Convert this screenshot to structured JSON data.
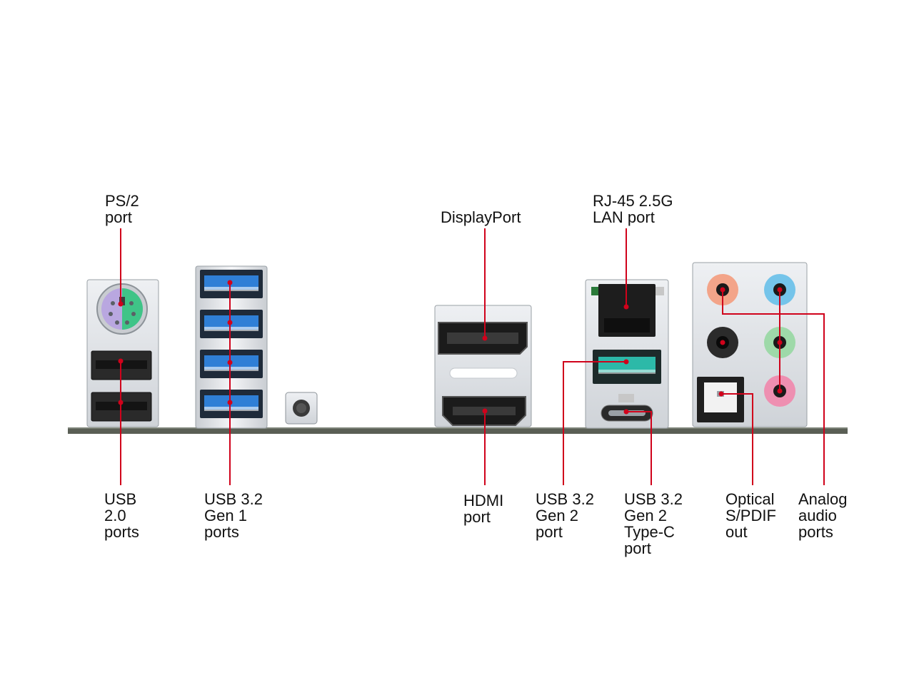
{
  "colors": {
    "leader": "#d0021b",
    "board": "#5a5f55",
    "shield": "#dfe2e6",
    "shield_edge": "#9aa0a6",
    "usb3_blue": "#2f7fd6",
    "usb32_gen2_teal": "#2cb9a8",
    "ps2_purple": "#b9a7e0",
    "ps2_green": "#3fc487",
    "audio_orange": "#f3a489",
    "audio_blue": "#74c4ea",
    "audio_black": "#2b2b2b",
    "audio_green": "#9ed9a9",
    "audio_pink": "#ee8fb1"
  },
  "labels": {
    "ps2": [
      "PS/2",
      "port"
    ],
    "displayport": [
      "DisplayPort"
    ],
    "rj45": [
      "RJ-45 2.5G",
      "LAN port"
    ],
    "usb20": [
      "USB",
      "2.0",
      "ports"
    ],
    "usb32gen1": [
      "USB 3.2",
      "Gen 1",
      "ports"
    ],
    "hdmi": [
      "HDMI",
      "port"
    ],
    "usb32gen2": [
      "USB 3.2",
      "Gen 2",
      "port"
    ],
    "usb32gen2c": [
      "USB 3.2",
      "Gen 2",
      "Type-C",
      "port"
    ],
    "optical": [
      "Optical",
      "S/PDIF",
      "out"
    ],
    "audio": [
      "Analog",
      "audio",
      "ports"
    ]
  }
}
